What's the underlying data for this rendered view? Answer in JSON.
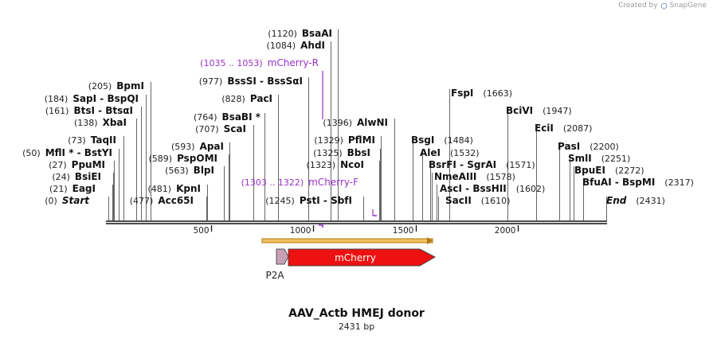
{
  "watermark": {
    "prefix": "Created by",
    "brand": "SnapGene"
  },
  "map": {
    "title": "AAV_Actb HMEJ donor",
    "length_label": "2431 bp",
    "sequence_length": 2431,
    "ruler_ticks": [
      "500",
      "1000",
      "1500",
      "2000"
    ],
    "colors": {
      "primer": "#9b30c8",
      "feature_mcherry": "#ee1111",
      "feature_p2a": "#c8a0b4",
      "selection_bar": "#f0c060",
      "backbone": "#111111"
    }
  },
  "enzymes": [
    {
      "pos": 0,
      "pos_label": "(0)",
      "name": "Start"
    },
    {
      "pos": 21,
      "pos_label": "(21)",
      "name": "EagI"
    },
    {
      "pos": 24,
      "pos_label": "(24)",
      "name": "BsiEI"
    },
    {
      "pos": 27,
      "pos_label": "(27)",
      "name": "PpuMI"
    },
    {
      "pos": 50,
      "pos_label": "(50)",
      "name": "MflI * - BstYI"
    },
    {
      "pos": 73,
      "pos_label": "(73)",
      "name": "TaqII"
    },
    {
      "pos": 138,
      "pos_label": "(138)",
      "name": "XbaI"
    },
    {
      "pos": 161,
      "pos_label": "(161)",
      "name": "BtsI - BtsαI"
    },
    {
      "pos": 184,
      "pos_label": "(184)",
      "name": "SapI - BspQI"
    },
    {
      "pos": 205,
      "pos_label": "(205)",
      "name": "BpmI"
    },
    {
      "pos": 477,
      "pos_label": "(477)",
      "name": "Acc65I"
    },
    {
      "pos": 481,
      "pos_label": "(481)",
      "name": "KpnI"
    },
    {
      "pos": 563,
      "pos_label": "(563)",
      "name": "BlpI"
    },
    {
      "pos": 589,
      "pos_label": "(589)",
      "name": "PspOMI"
    },
    {
      "pos": 593,
      "pos_label": "(593)",
      "name": "ApaI"
    },
    {
      "pos": 707,
      "pos_label": "(707)",
      "name": "ScaI"
    },
    {
      "pos": 764,
      "pos_label": "(764)",
      "name": "BsaBI *"
    },
    {
      "pos": 828,
      "pos_label": "(828)",
      "name": "PacI"
    },
    {
      "pos": 977,
      "pos_label": "(977)",
      "name": "BssSI - BssSαI"
    },
    {
      "pos": 1084,
      "pos_label": "(1084)",
      "name": "AhdI"
    },
    {
      "pos": 1120,
      "pos_label": "(1120)",
      "name": "BsaAI"
    },
    {
      "pos": 1245,
      "pos_label": "(1245)",
      "name": "PstI - SbfI"
    },
    {
      "pos": 1323,
      "pos_label": "(1323)",
      "name": "NcoI"
    },
    {
      "pos": 1325,
      "pos_label": "(1325)",
      "name": "BbsI"
    },
    {
      "pos": 1329,
      "pos_label": "(1329)",
      "name": "PflMI"
    },
    {
      "pos": 1396,
      "pos_label": "(1396)",
      "name": "AlwNI"
    },
    {
      "pos": 1484,
      "pos_label": "(1484)",
      "name": "BsgI"
    },
    {
      "pos": 1532,
      "pos_label": "(1532)",
      "name": "AleI"
    },
    {
      "pos": 1571,
      "pos_label": "(1571)",
      "name": "BsrFI - SgrAI"
    },
    {
      "pos": 1578,
      "pos_label": "(1578)",
      "name": "NmeAIII"
    },
    {
      "pos": 1602,
      "pos_label": "(1602)",
      "name": "AscI - BssHII"
    },
    {
      "pos": 1610,
      "pos_label": "(1610)",
      "name": "SacII"
    },
    {
      "pos": 1663,
      "pos_label": "(1663)",
      "name": "FspI"
    },
    {
      "pos": 1947,
      "pos_label": "(1947)",
      "name": "BciVI"
    },
    {
      "pos": 2087,
      "pos_label": "(2087)",
      "name": "EciI"
    },
    {
      "pos": 2200,
      "pos_label": "(2200)",
      "name": "PasI"
    },
    {
      "pos": 2251,
      "pos_label": "(2251)",
      "name": "SmlI"
    },
    {
      "pos": 2272,
      "pos_label": "(2272)",
      "name": "BpuEI"
    },
    {
      "pos": 2317,
      "pos_label": "(2317)",
      "name": "BfuAI - BspMI"
    },
    {
      "pos": 2431,
      "pos_label": "(2431)",
      "name": "End"
    }
  ],
  "primers": [
    {
      "name": "mCherry-R",
      "range_label": "(1035 .. 1053)",
      "start": 1035,
      "end": 1053
    },
    {
      "name": "mCherry-F",
      "range_label": "(1303 .. 1322)",
      "start": 1303,
      "end": 1322
    }
  ],
  "features": [
    {
      "name": "P2A",
      "start": 825,
      "end": 880
    },
    {
      "name": "mCherry",
      "start": 880,
      "end": 1590
    }
  ]
}
